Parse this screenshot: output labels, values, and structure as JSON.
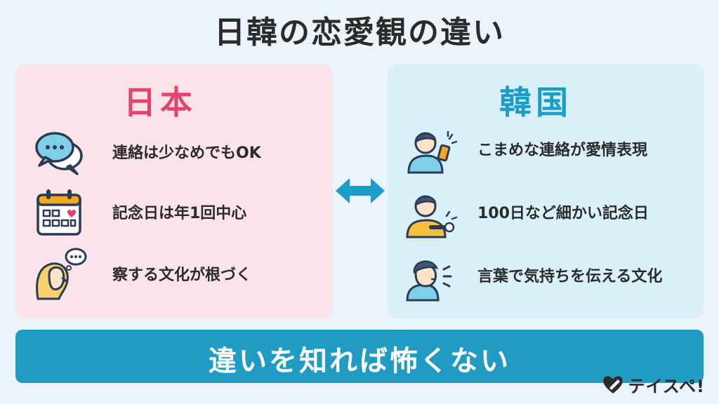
{
  "title": "日韓の恋愛観の違い",
  "japan": {
    "heading": "日本",
    "items": [
      {
        "icon": "speech-bubbles-icon",
        "text": "連絡は少なめでもOK"
      },
      {
        "icon": "calendar-heart-icon",
        "text": "記念日は年1回中心"
      },
      {
        "icon": "thinking-woman-icon",
        "text": "察する文化が根づく"
      }
    ]
  },
  "korea": {
    "heading": "韓国",
    "items": [
      {
        "icon": "man-texting-icon",
        "text": "こまめな連絡が愛情表現"
      },
      {
        "icon": "man-checking-watch-icon",
        "text": "100日など細かい記念日"
      },
      {
        "icon": "man-speaking-icon",
        "text": "言葉で気持ちを伝える文化"
      }
    ]
  },
  "arrow_icon": "double-arrow-icon",
  "banner": {
    "text": "違いを知れば怖くない"
  },
  "brand": {
    "name": "テイスペ!",
    "icon": "heart-pen-logo-icon"
  },
  "colors": {
    "background": "#eaf4fa",
    "japan_panel": "#fbe3ea",
    "korea_panel": "#d9f0f9",
    "japan_accent": "#e2456c",
    "korea_accent": "#1b9cc9",
    "banner": "#1f9bc4"
  }
}
